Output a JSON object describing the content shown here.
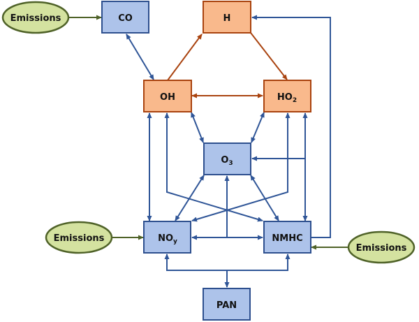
{
  "colors": {
    "blue_fill": "#adc3ea",
    "blue_stroke": "#2d4f8e",
    "blue_line": "#2f5597",
    "orange_fill": "#f9b98c",
    "orange_stroke": "#a9430f",
    "orange_line": "#a9430f",
    "green_fill": "#d4e2a0",
    "green_stroke": "#4f6228",
    "green_line": "#4f6228"
  },
  "nodes": {
    "emissions_co": {
      "label": "Emissions",
      "kind": "source"
    },
    "co": {
      "label": "CO",
      "sub": "",
      "kind": "blue"
    },
    "h": {
      "label": "H",
      "sub": "",
      "kind": "orange"
    },
    "oh": {
      "label": "OH",
      "sub": "",
      "kind": "orange"
    },
    "ho2": {
      "label": "HO",
      "sub": "2",
      "kind": "orange"
    },
    "o3": {
      "label": "O",
      "sub": "3",
      "kind": "blue"
    },
    "noy": {
      "label": "NO",
      "sub": "y",
      "kind": "blue"
    },
    "nmhc": {
      "label": "NMHC",
      "sub": "",
      "kind": "blue"
    },
    "pan": {
      "label": "PAN",
      "sub": "",
      "kind": "blue"
    },
    "emissions_noy": {
      "label": "Emissions",
      "kind": "source"
    },
    "emissions_nmhc": {
      "label": "Emissions",
      "kind": "source"
    }
  },
  "edges": [
    {
      "from": "Emissions",
      "to": "CO",
      "direction": "one-way"
    },
    {
      "from": "CO",
      "to": "OH",
      "direction": "two-way"
    },
    {
      "from": "OH",
      "to": "H",
      "direction": "one-way"
    },
    {
      "from": "H",
      "to": "HO2",
      "direction": "one-way"
    },
    {
      "from": "OH",
      "to": "HO2",
      "direction": "two-way"
    },
    {
      "from": "NMHC",
      "to": "H",
      "direction": "one-way"
    },
    {
      "from": "OH",
      "to": "O3",
      "direction": "two-way"
    },
    {
      "from": "HO2",
      "to": "O3",
      "direction": "two-way"
    },
    {
      "from": "OH",
      "to": "NOy",
      "direction": "two-way"
    },
    {
      "from": "OH",
      "to": "NMHC",
      "direction": "two-way"
    },
    {
      "from": "HO2",
      "to": "NOy",
      "direction": "two-way"
    },
    {
      "from": "HO2",
      "to": "NMHC",
      "direction": "two-way"
    },
    {
      "from": "NMHC",
      "to": "O3",
      "direction": "one-way"
    },
    {
      "from": "O3",
      "to": "NOy",
      "direction": "two-way"
    },
    {
      "from": "O3",
      "to": "NMHC",
      "direction": "two-way"
    },
    {
      "from": "NOy",
      "to": "NMHC",
      "direction": "two-way",
      "branch_to": "O3"
    },
    {
      "from": "Emissions",
      "to": "NOy",
      "direction": "one-way"
    },
    {
      "from": "Emissions",
      "to": "NMHC",
      "direction": "one-way"
    },
    {
      "from": "PAN",
      "to": "NOy",
      "direction": "one-way"
    },
    {
      "from": "PAN",
      "to": "NMHC",
      "direction": "one-way",
      "branch_to": "PAN"
    }
  ]
}
